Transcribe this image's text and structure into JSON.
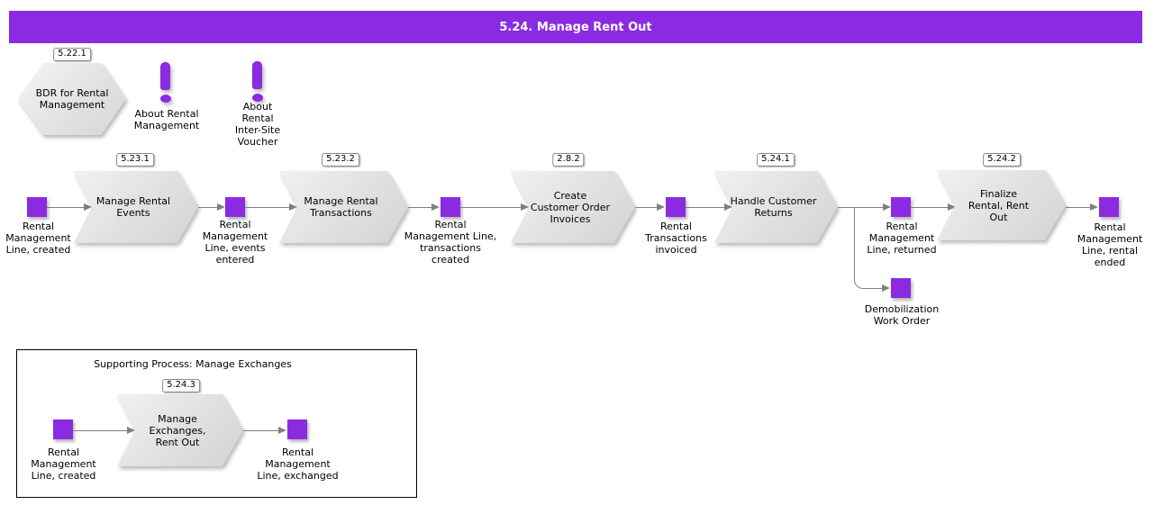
{
  "header": {
    "title": "5.24. Manage Rent Out"
  },
  "palette": {
    "accent": "#8A2BE2",
    "shape_fill": "#e0e0e0",
    "line": "#808080"
  },
  "bdr": {
    "badge": "5.22.1",
    "label": "BDR for Rental\nManagement"
  },
  "notes": [
    {
      "label": "About Rental\nManagement"
    },
    {
      "label": "About\nRental\nInter-Site\nVoucher"
    }
  ],
  "flow": {
    "events": [
      {
        "label": "Rental\nManagement\nLine, created"
      },
      {
        "label": "Rental\nManagement\nLine, events\nentered"
      },
      {
        "label": "Rental\nManagement Line,\ntransactions\ncreated"
      },
      {
        "label": "Rental\nTransactions\ninvoiced"
      },
      {
        "label": "Rental\nManagement\nLine, returned"
      },
      {
        "label": "Rental\nManagement\nLine, rental\nended"
      },
      {
        "label": "Demobilization\nWork Order"
      }
    ],
    "processes": [
      {
        "badge": "5.23.1",
        "label": "Manage Rental\nEvents"
      },
      {
        "badge": "5.23.2",
        "label": "Manage Rental\nTransactions"
      },
      {
        "badge": "2.8.2",
        "label": "Create\nCustomer Order\nInvoices"
      },
      {
        "badge": "5.24.1",
        "label": "Handle Customer\nReturns"
      },
      {
        "badge": "5.24.2",
        "label": "Finalize\nRental, Rent\nOut"
      }
    ]
  },
  "supporting": {
    "title": "Supporting Process: Manage Exchanges",
    "events": [
      {
        "label": "Rental\nManagement\nLine, created"
      },
      {
        "label": "Rental\nManagement\nLine, exchanged"
      }
    ],
    "process": {
      "badge": "5.24.3",
      "label": "Manage\nExchanges,\nRent Out"
    }
  }
}
